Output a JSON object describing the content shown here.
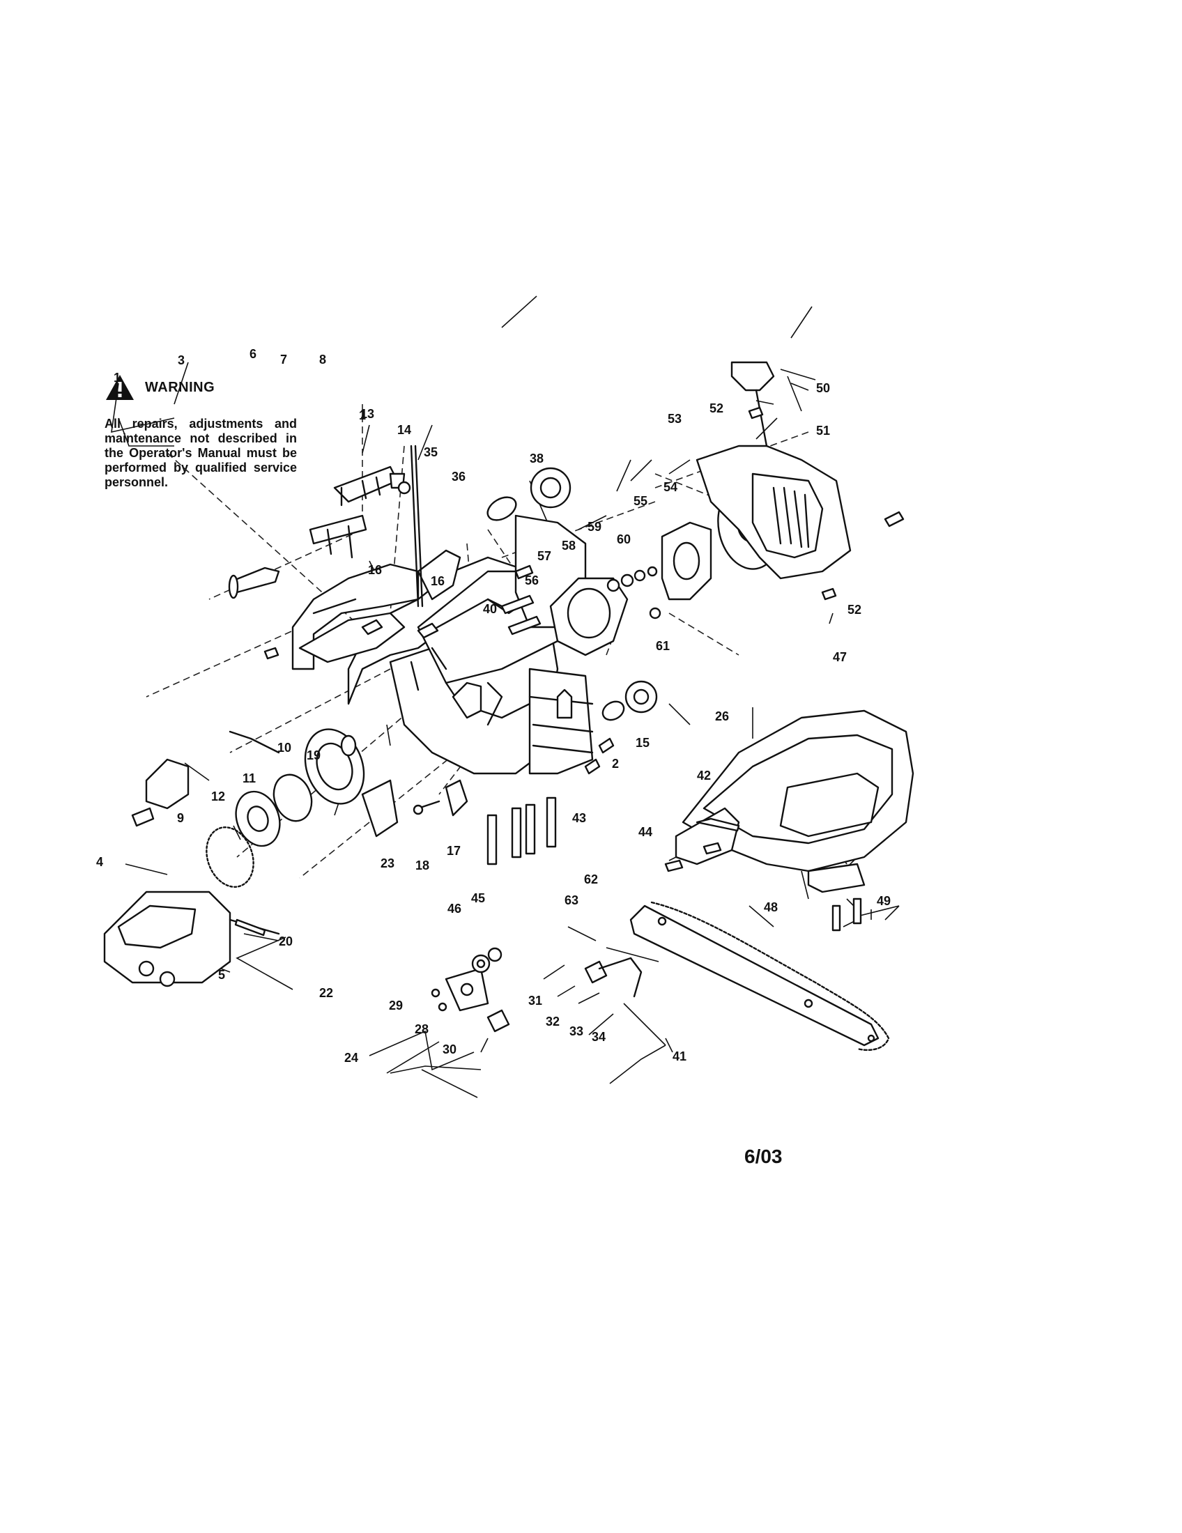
{
  "warning": {
    "icon": "warning-triangle-icon",
    "title": "WARNING",
    "text": "All repairs, adjustments and maintenance not described in the Operator's Manual must be performed by qualified service personnel."
  },
  "date_code": "6/03",
  "part_labels": [
    "1",
    "1",
    "2",
    "3",
    "4",
    "5",
    "6",
    "7",
    "8",
    "9",
    "10",
    "11",
    "12",
    "13",
    "14",
    "15",
    "16",
    "16",
    "17",
    "18",
    "19",
    "20",
    "22",
    "23",
    "24",
    "26",
    "28",
    "29",
    "30",
    "31",
    "32",
    "33",
    "34",
    "35",
    "36",
    "38",
    "40",
    "41",
    "42",
    "43",
    "44",
    "45",
    "46",
    "47",
    "48",
    "49",
    "50",
    "51",
    "52",
    "52",
    "53",
    "54",
    "55",
    "56",
    "57",
    "58",
    "59",
    "60",
    "61",
    "62",
    "63"
  ]
}
